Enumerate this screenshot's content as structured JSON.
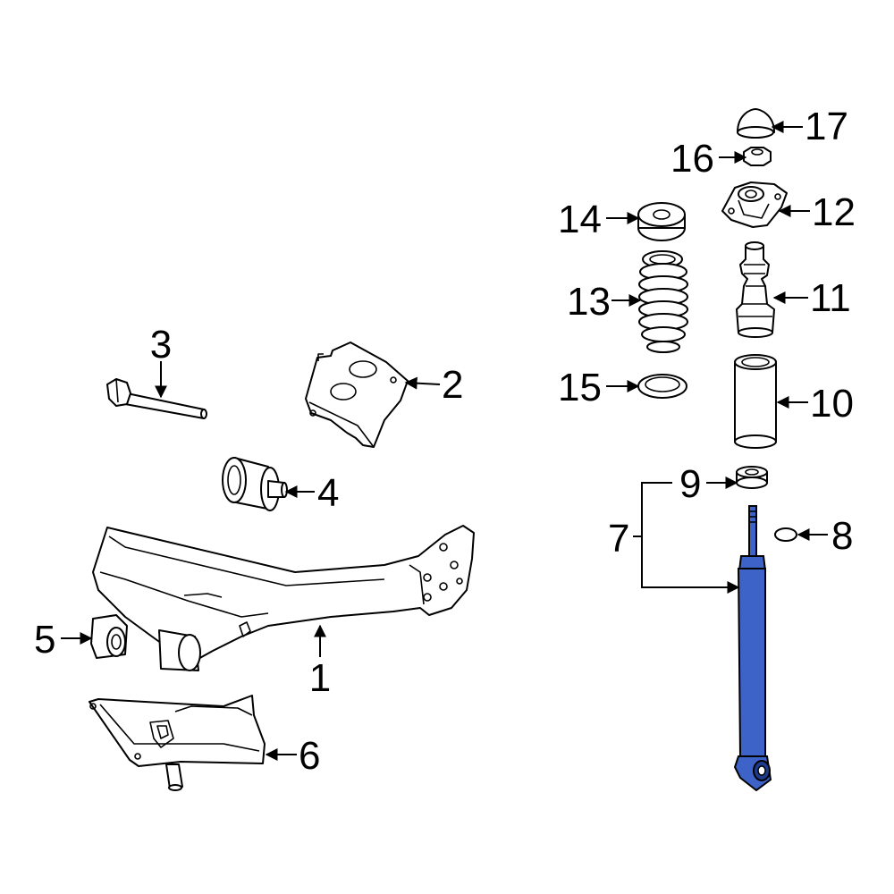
{
  "highlight_color": "#3d63c9",
  "callouts": [
    {
      "id": "1",
      "text": "1"
    },
    {
      "id": "2",
      "text": "2"
    },
    {
      "id": "3",
      "text": "3"
    },
    {
      "id": "4",
      "text": "4"
    },
    {
      "id": "5",
      "text": "5"
    },
    {
      "id": "6",
      "text": "6"
    },
    {
      "id": "7",
      "text": "7"
    },
    {
      "id": "8",
      "text": "8"
    },
    {
      "id": "9",
      "text": "9"
    },
    {
      "id": "10",
      "text": "10"
    },
    {
      "id": "11",
      "text": "11"
    },
    {
      "id": "12",
      "text": "12"
    },
    {
      "id": "13",
      "text": "13"
    },
    {
      "id": "14",
      "text": "14"
    },
    {
      "id": "15",
      "text": "15"
    },
    {
      "id": "16",
      "text": "16"
    },
    {
      "id": "17",
      "text": "17"
    }
  ]
}
